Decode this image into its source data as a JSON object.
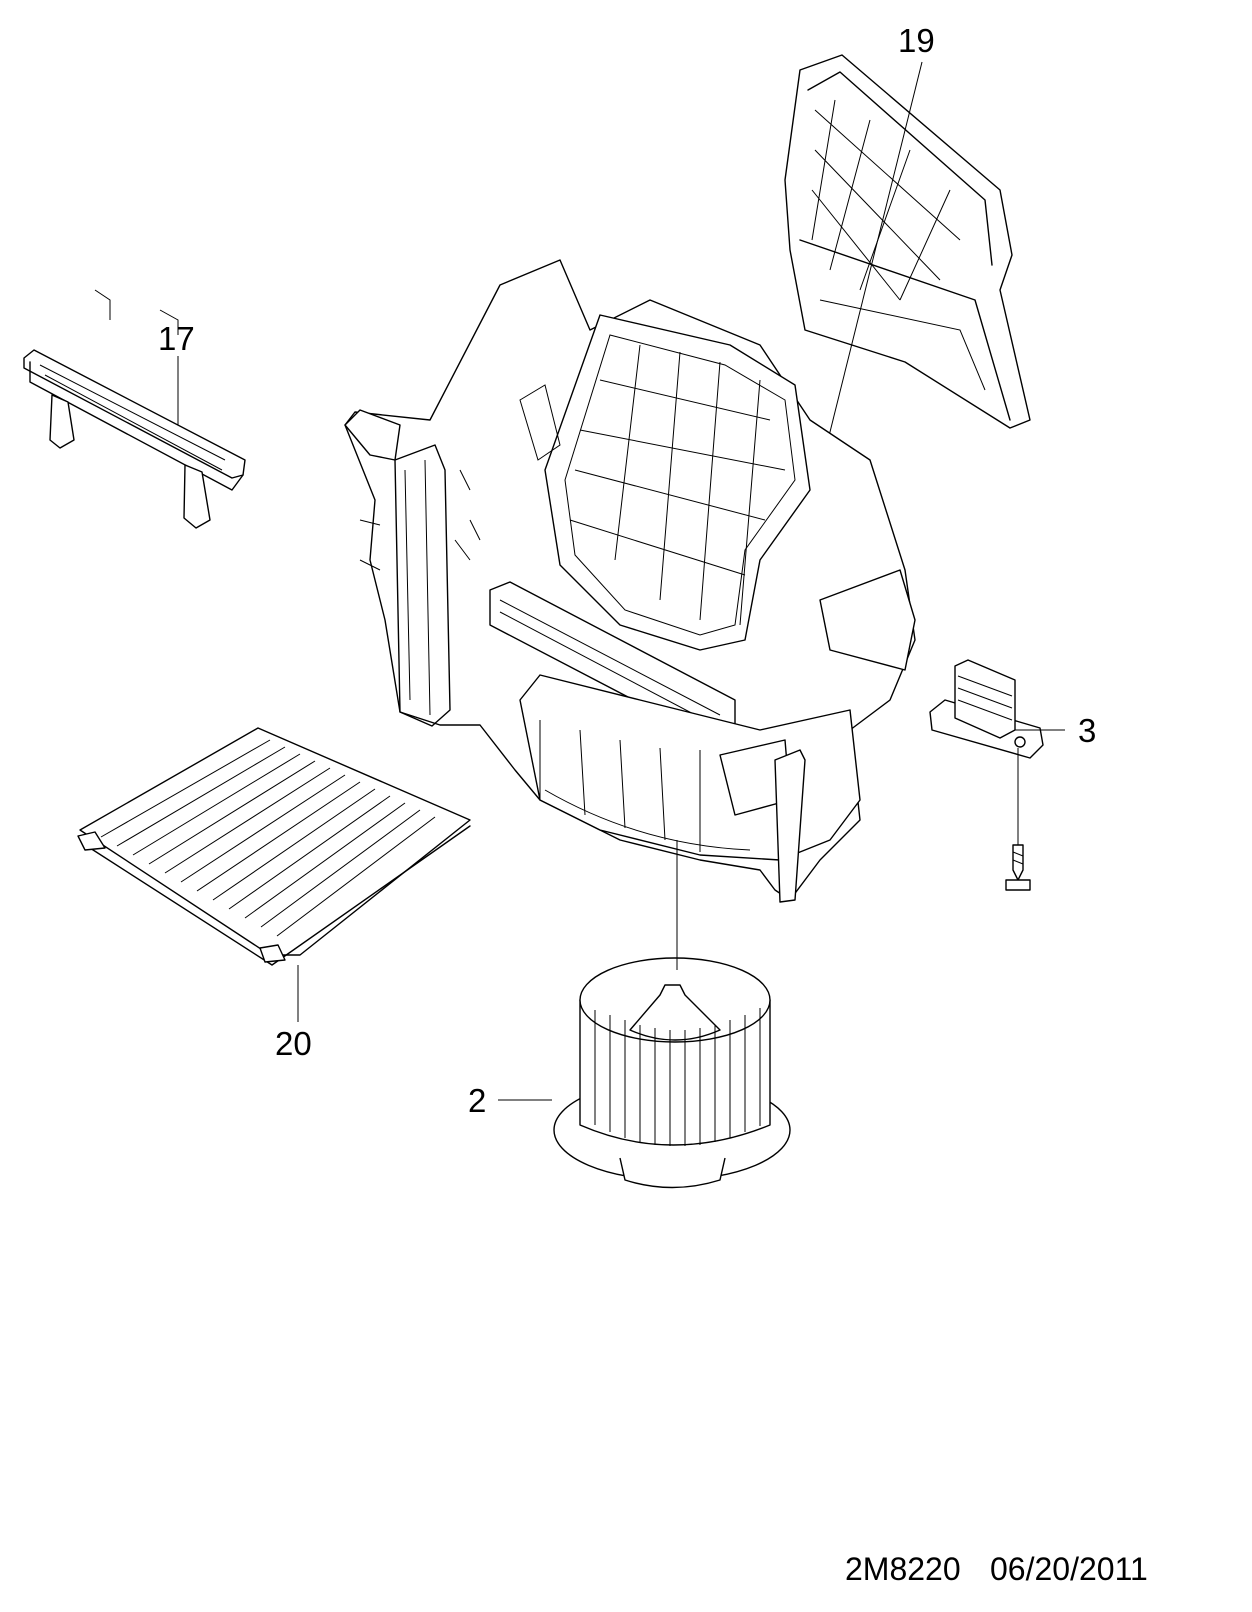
{
  "callouts": {
    "c17": "17",
    "c19": "19",
    "c3": "3",
    "c20": "20",
    "c2": "2"
  },
  "footer": {
    "code": "2M8220",
    "date": "06/20/2011"
  }
}
